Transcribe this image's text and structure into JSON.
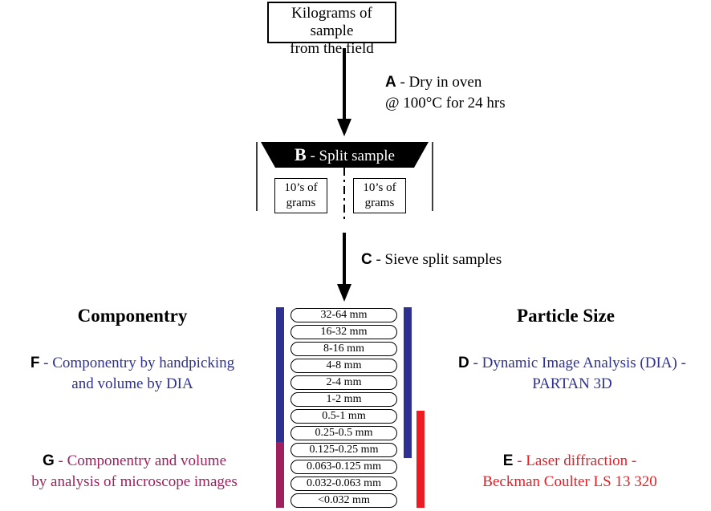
{
  "source": {
    "line1": "Kilograms of sample",
    "line2": "from the field"
  },
  "stepA": {
    "letter": "A",
    "line1": " - Dry in oven",
    "line2": "@ 100°C for 24 hrs"
  },
  "stepB": {
    "letter": "B",
    "text": " - Split sample"
  },
  "split_left": {
    "line1": "10’s of",
    "line2": "grams"
  },
  "split_right": {
    "line1": "10’s of",
    "line2": "grams"
  },
  "stepC": {
    "letter": "C",
    "text": " - Sieve split samples"
  },
  "headings": {
    "left": "Componentry",
    "right": "Particle Size"
  },
  "stepF": {
    "letter": "F",
    "line1": " - Componentry by handpicking",
    "line2": "and volume by DIA",
    "color": "#2e3192"
  },
  "stepG": {
    "letter": "G",
    "line1": " - Componentry and volume",
    "line2": "by analysis of microscope images",
    "color": "#a0205e"
  },
  "stepD": {
    "letter": "D",
    "line1": " - Dynamic Image Analysis (DIA) -",
    "line2": "PARTAN 3D",
    "color": "#2e3192"
  },
  "stepE": {
    "letter": "E",
    "line1": " - Laser diffraction -",
    "line2": "Beckman Coulter LS 13 320",
    "color": "#ed1c24"
  },
  "sieves": [
    "32-64 mm",
    "16-32 mm",
    "8-16 mm",
    "4-8 mm",
    "2-4 mm",
    "1-2 mm",
    "0.5-1 mm",
    "0.25-0.5 mm",
    "0.125-0.25 mm",
    "0.063-0.125 mm",
    "0.032-0.063 mm",
    "<0.032 mm"
  ],
  "colors": {
    "blue": "#2e3192",
    "magenta": "#a0205e",
    "red": "#ed1c24",
    "black": "#000000"
  }
}
